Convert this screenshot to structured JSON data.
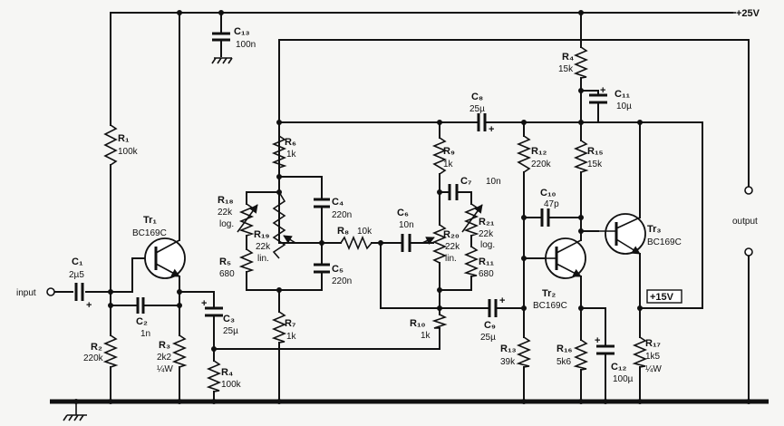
{
  "supply": {
    "rail": "+25V",
    "tap": "+15V"
  },
  "io": {
    "input": "input",
    "output": "output"
  },
  "components": {
    "R1": {
      "ref": "R₁",
      "value": "100k"
    },
    "R2": {
      "ref": "R₂",
      "value": "220k"
    },
    "R3": {
      "ref": "R₃",
      "value": "2k2",
      "value2": "¼W"
    },
    "R4": {
      "ref": "R₄",
      "value": "100k"
    },
    "R4b": {
      "ref": "R₄",
      "value": "15k"
    },
    "R5": {
      "ref": "R₅",
      "value": "680"
    },
    "R6": {
      "ref": "R₆",
      "value": "1k"
    },
    "R7": {
      "ref": "R₇",
      "value": "1k"
    },
    "R8": {
      "ref": "R₈",
      "value": "10k"
    },
    "R9": {
      "ref": "R₉",
      "value": "1k"
    },
    "R10": {
      "ref": "R₁₀",
      "value": "1k"
    },
    "R11": {
      "ref": "R₁₁",
      "value": "680"
    },
    "R12": {
      "ref": "R₁₂",
      "value": "220k"
    },
    "R13": {
      "ref": "R₁₃",
      "value": "39k"
    },
    "R15": {
      "ref": "R₁₅",
      "value": "15k"
    },
    "R16": {
      "ref": "R₁₆",
      "value": "5k6"
    },
    "R17": {
      "ref": "R₁₇",
      "value": "1k5",
      "value2": "¼W"
    },
    "R18": {
      "ref": "R₁₈",
      "value": "22k",
      "value2": "log."
    },
    "R19": {
      "ref": "R₁₉",
      "value": "22k",
      "value2": "lin."
    },
    "R20": {
      "ref": "R₂₀",
      "value": "22k",
      "value2": "lin."
    },
    "R21": {
      "ref": "R₂₁",
      "value": "22k",
      "value2": "log."
    },
    "C1": {
      "ref": "C₁",
      "value": "2µ5"
    },
    "C2": {
      "ref": "C₂",
      "value": "1n"
    },
    "C3": {
      "ref": "C₃",
      "value": "25µ"
    },
    "C4": {
      "ref": "C₄",
      "value": "220n"
    },
    "C5": {
      "ref": "C₅",
      "value": "220n"
    },
    "C6": {
      "ref": "C₆",
      "value": "10n"
    },
    "C7": {
      "ref": "C₇",
      "value": "10n"
    },
    "C8": {
      "ref": "C₈",
      "value": "25µ"
    },
    "C9": {
      "ref": "C₉",
      "value": "25µ"
    },
    "C10": {
      "ref": "C₁₀",
      "value": "47p"
    },
    "C11": {
      "ref": "C₁₁",
      "value": "10µ"
    },
    "C12": {
      "ref": "C₁₂",
      "value": "100µ"
    },
    "C13": {
      "ref": "C₁₃",
      "value": "100n"
    },
    "Tr1": {
      "ref": "Tr₁",
      "value": "BC169C"
    },
    "Tr2": {
      "ref": "Tr₂",
      "value": "BC169C"
    },
    "Tr3": {
      "ref": "Tr₃",
      "value": "BC169C"
    }
  },
  "polarity": {
    "plus": "+"
  }
}
